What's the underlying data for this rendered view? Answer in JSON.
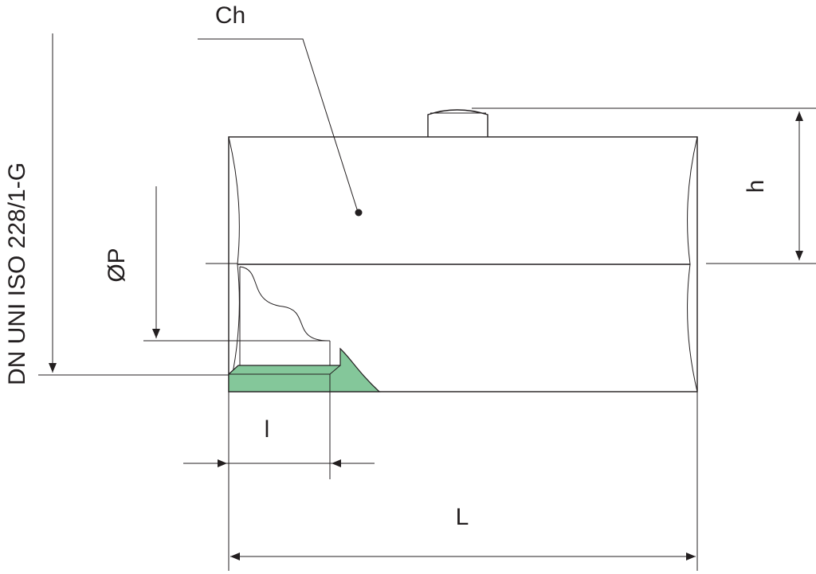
{
  "labels": {
    "ch": "Ch",
    "h": "h",
    "op": "ØP",
    "dn": "DN UNI ISO 228/1-G",
    "l_small": "l",
    "l_big": "L"
  },
  "colors": {
    "line": "#231f20",
    "thread_fill": "#84c79a"
  }
}
